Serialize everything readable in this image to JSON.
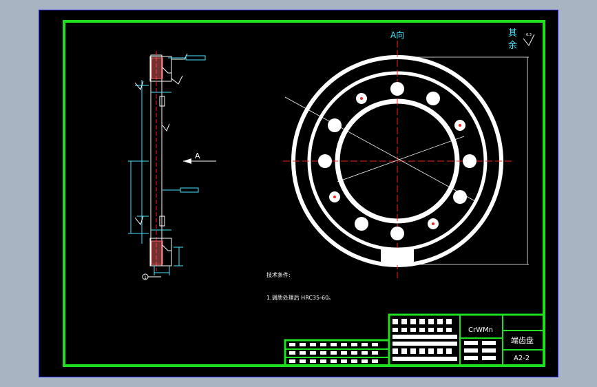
{
  "drawing": {
    "view_label": "A向",
    "arrow_label": "A",
    "surface_note_line1": "其",
    "surface_note_line2": "余",
    "roughness_value": "6.3",
    "tech_title": "技术条件:",
    "tech_note": "1.调质处理后 HRC35-60。",
    "material": "CrWMn",
    "part_name": "端齿盘",
    "drawing_number": "A2-2",
    "section_mark": "1"
  },
  "colors": {
    "frame": "#1ee01e",
    "geometry": "#ffffff",
    "centerline": "#ff2020",
    "dimension": "#48e6ff",
    "border": "#2b2bff"
  }
}
